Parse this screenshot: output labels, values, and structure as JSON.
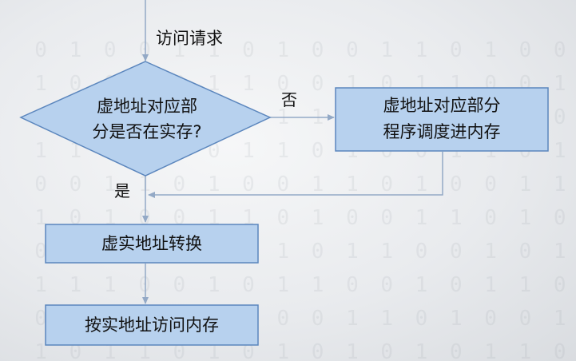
{
  "flowchart": {
    "start_label": "访问请求",
    "decision": {
      "line1": "虚地址对应部",
      "line2": "分是否在实存?"
    },
    "no_label": "否",
    "yes_label": "是",
    "load_box": {
      "line1": "虚地址对应部分",
      "line2": "程序调度进内存"
    },
    "translate_box": "虚实地址转换",
    "access_box": "按实地址访问内存"
  },
  "colors": {
    "box_fill": "#b7d1ee",
    "box_stroke": "#5b86bd",
    "arrow": "#93a9c6"
  }
}
